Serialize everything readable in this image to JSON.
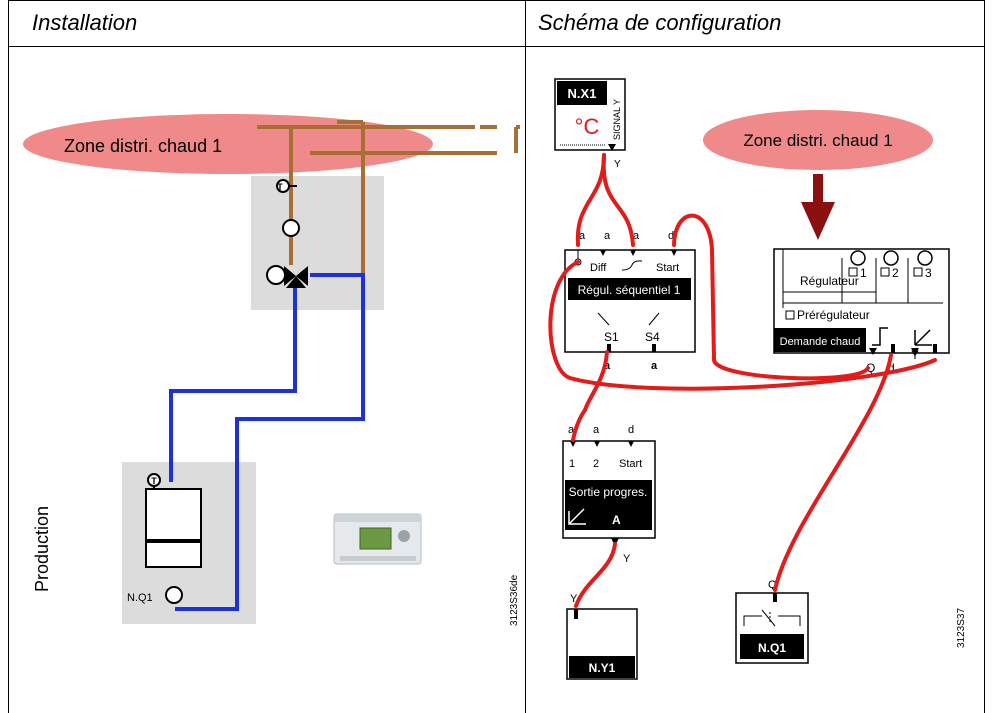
{
  "headers": {
    "installation": "Installation",
    "config": "Schéma de configuration"
  },
  "installation": {
    "zone_label": "Zone distri. chaud 1",
    "production_label": "Production",
    "pump_label": "N.Q1",
    "sensor_symbol": "T",
    "ref_code": "3123S36de"
  },
  "config": {
    "zone_label": "Zone distri. chaud 1",
    "sensor_block": {
      "name": "N.X1",
      "unit": "°C",
      "signal": "SIGNAL Y",
      "output": "Y"
    },
    "seq_block": {
      "inputs": [
        "a",
        "a",
        "a",
        "d"
      ],
      "labels": [
        "Diff",
        "Start"
      ],
      "title": "Régul. séquentiel 1",
      "outputs": [
        "S1",
        "S4"
      ],
      "output_marks": [
        "a",
        "a"
      ]
    },
    "demand_block": {
      "regulator": "Régulateur",
      "boxes": [
        "1",
        "2",
        "3"
      ],
      "preregulator": "Prérégulateur",
      "title": "Demande chaud",
      "outputs": [
        "Q",
        "d",
        "Y"
      ]
    },
    "prog_block": {
      "inputs": [
        "a",
        "a",
        "d"
      ],
      "labels": [
        "1",
        "2",
        "Start"
      ],
      "title": "Sortie progres.",
      "mode": "A",
      "output": "Y"
    },
    "ny1_block": {
      "name": "N.Y1",
      "input": "Y"
    },
    "nq1_block": {
      "name": "N.Q1",
      "input": "Q"
    },
    "ref_code": "3123S37"
  },
  "colors": {
    "zone_fill": "#f08a8a",
    "pipe_supply": "#a86f35",
    "pipe_return": "#1f2fe0",
    "wire": "#e31b1b",
    "arrow": "#8b1010",
    "equipment_bg": "#dcdcdc"
  }
}
